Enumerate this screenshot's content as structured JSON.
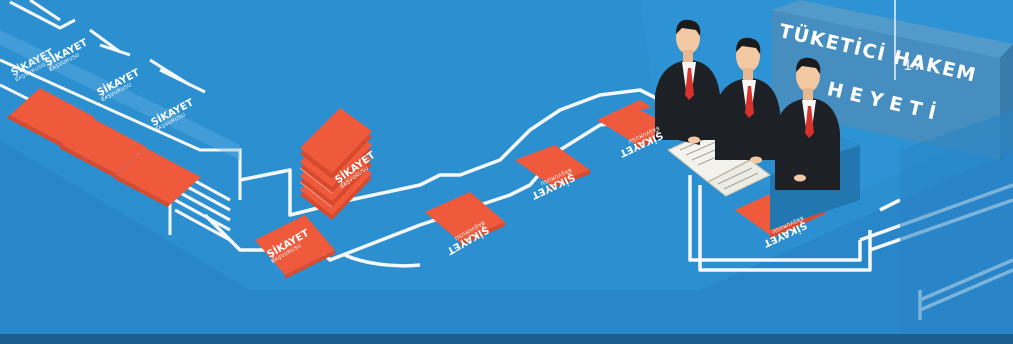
{
  "page_number": "17",
  "sign": {
    "line1": "TÜKETİCİ HAKEM",
    "line2": "HEYETİ"
  },
  "documents": [
    {
      "title": "ŞİKAYET",
      "subtitle": "BAŞVURUSU"
    },
    {
      "title": "ŞİKAYET",
      "subtitle": "BAŞVURUSU"
    },
    {
      "title": "ŞİKAYET",
      "subtitle": "BAŞVURUSU"
    },
    {
      "title": "ŞİKAYET",
      "subtitle": "BAŞVURUSU"
    },
    {
      "title": "ŞİKAYET",
      "subtitle": "BAŞVURUSU"
    },
    {
      "title": "ŞİKAYET",
      "subtitle": "BAŞVURUSU"
    },
    {
      "title": "ŞİKAYET",
      "subtitle": "BAŞVURUSU"
    },
    {
      "title": "ŞİKAYET",
      "subtitle": "BAŞVURUSU"
    },
    {
      "title": "ŞİKAYET",
      "subtitle": "BAŞVURUSU"
    },
    {
      "title": "ŞİKAYET",
      "subtitle": "BAŞVURUSU"
    }
  ],
  "colors": {
    "background": "#2b8fd0",
    "background_dark": "#2376b0",
    "conveyor_line": "#f4f8fb",
    "document": "#ef5a3c",
    "document_shade": "#d84a2e",
    "suit": "#1d2126",
    "tie": "#d7312d",
    "sign_panel": "#3e84b4",
    "bottom_bar": "#1a5f8e"
  }
}
